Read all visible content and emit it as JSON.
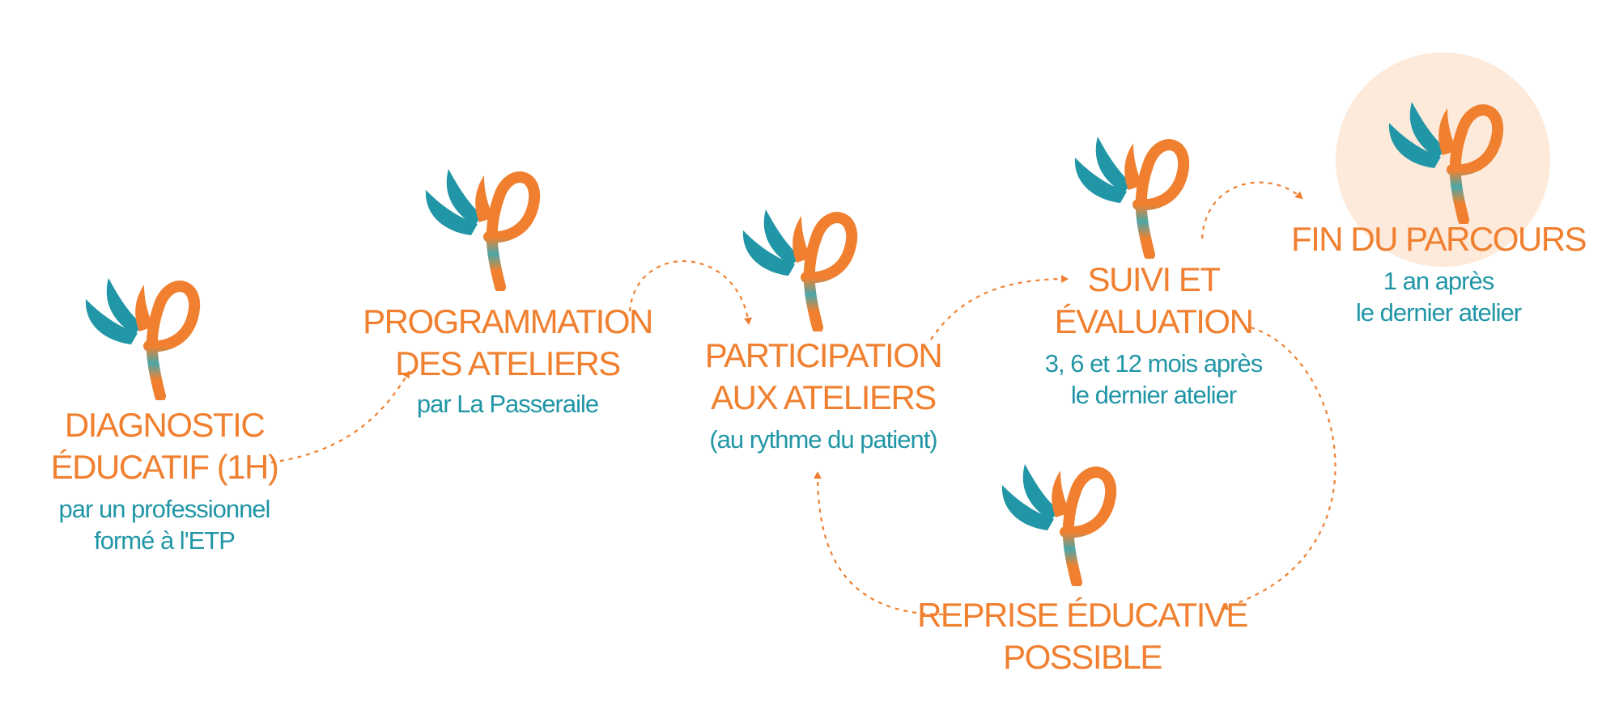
{
  "colors": {
    "orange": "#f08030",
    "teal": "#2196a6",
    "halo": "#fdeadb",
    "arrow": "#f08030"
  },
  "logo_icon": "wing-p-logo",
  "steps": {
    "diagnostic": {
      "title_1": "DIAGNOSTIC",
      "title_2": "ÉDUCATIF (1H)",
      "sub_1": "par un professionnel",
      "sub_2": "formé à l'ETP"
    },
    "programmation": {
      "title_1": "PROGRAMMATION",
      "title_2": "DES ATELIERS",
      "sub_1": "par La Passeraile"
    },
    "participation": {
      "title_1": "PARTICIPATION",
      "title_2": "AUX ATELIERS",
      "sub_1": "(au rythme du patient)"
    },
    "suivi": {
      "title_1": "SUIVI ET",
      "title_2": "ÉVALUATION",
      "sub_1": "3, 6 et 12 mois après",
      "sub_2": "le dernier atelier"
    },
    "fin": {
      "title_1": "FIN DU PARCOURS",
      "sub_1": "1 an après",
      "sub_2": "le dernier atelier"
    },
    "reprise": {
      "title_1": "REPRISE ÉDUCATIVE",
      "title_2": "POSSIBLE"
    }
  }
}
